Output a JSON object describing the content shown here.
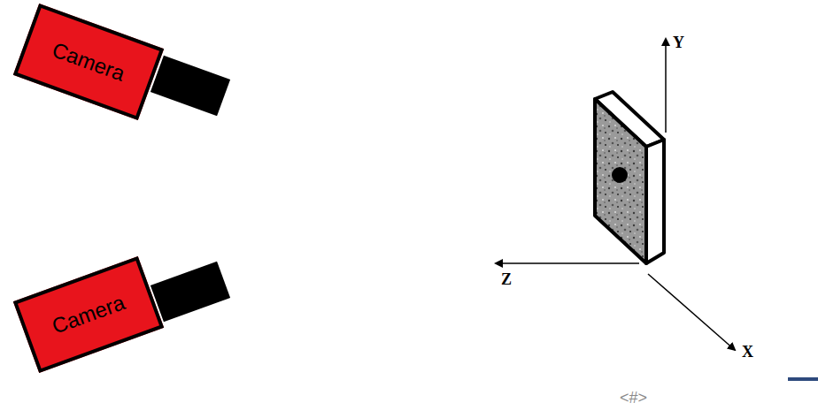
{
  "diagram": {
    "nodes": [
      {
        "text": [
          "Camera"
        ]
      },
      {
        "text": [
          "Camera"
        ]
      }
    ],
    "labels": [
      "Y",
      "Z",
      "X",
      "<#>"
    ]
  }
}
